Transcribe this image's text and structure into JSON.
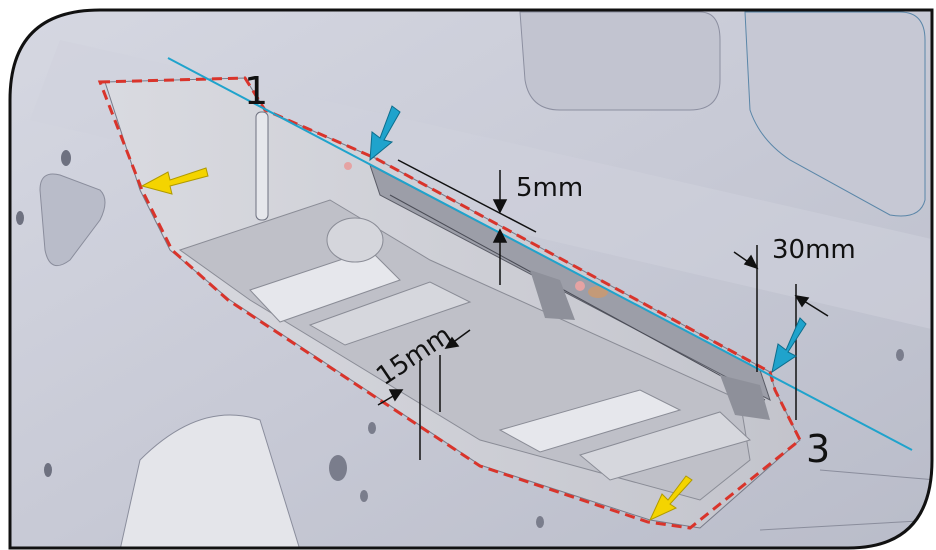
{
  "labels": {
    "point_1": "1",
    "point_3": "3"
  },
  "dimensions": {
    "gap_top": "5mm",
    "gap_side": "30mm",
    "depth": "15mm"
  },
  "colors": {
    "boundary_dashed": "#d9342b",
    "reference_line": "#1fa3cc",
    "arrow_blue": "#1fa3cc",
    "arrow_yellow": "#f4d400",
    "panel": "#c9cbd6",
    "frame": "#111111"
  },
  "icons": {
    "blue_arrow": "arrow-down-left-icon",
    "yellow_arrow": "arrow-left-icon"
  }
}
